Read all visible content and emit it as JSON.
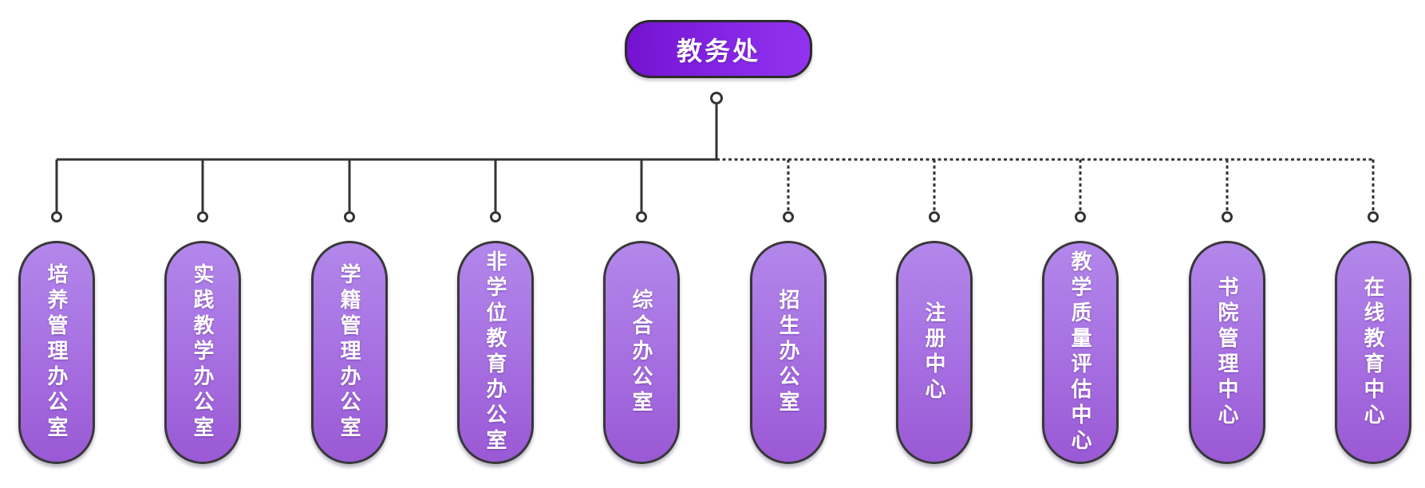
{
  "org_chart": {
    "root": {
      "label": "教务处"
    },
    "children": [
      {
        "label": "培养管理办公室",
        "connector": "solid"
      },
      {
        "label": "实践教学办公室",
        "connector": "solid"
      },
      {
        "label": "学籍管理办公室",
        "connector": "solid"
      },
      {
        "label": "非学位教育办公室",
        "connector": "solid"
      },
      {
        "label": "综合办公室",
        "connector": "solid"
      },
      {
        "label": "招生办公室",
        "connector": "dotted"
      },
      {
        "label": "注册中心",
        "connector": "dotted"
      },
      {
        "label": "教学质量评估中心",
        "connector": "dotted"
      },
      {
        "label": "书院管理中心",
        "connector": "dotted"
      },
      {
        "label": "在线教育中心",
        "connector": "dotted"
      }
    ]
  },
  "colors": {
    "root_gradient_start": "#7412d0",
    "root_gradient_end": "#9233f0",
    "child_gradient_start": "#b287eb",
    "child_gradient_end": "#9a59d5",
    "node_border": "#333333",
    "connector_line": "#333333",
    "connector_dot_fill": "#ffffff",
    "text": "#ffffff",
    "background": "#ffffff"
  }
}
